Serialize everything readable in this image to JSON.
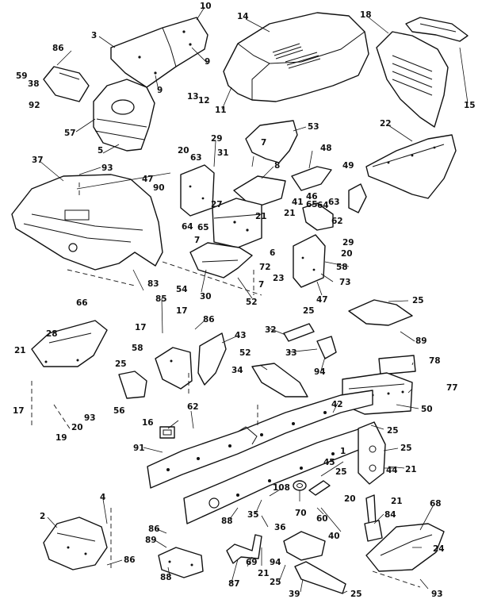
{
  "callouts": [
    {
      "id": "c-10",
      "text": "10"
    },
    {
      "id": "c-14",
      "text": "14"
    },
    {
      "id": "c-18",
      "text": "18"
    },
    {
      "id": "c-3",
      "text": "3"
    },
    {
      "id": "c-86a",
      "text": "86"
    },
    {
      "id": "c-59",
      "text": "59"
    },
    {
      "id": "c-38",
      "text": "38"
    },
    {
      "id": "c-92",
      "text": "92"
    },
    {
      "id": "c-9a",
      "text": "9"
    },
    {
      "id": "c-9b",
      "text": "9"
    },
    {
      "id": "c-13",
      "text": "13"
    },
    {
      "id": "c-12",
      "text": "12"
    },
    {
      "id": "c-11",
      "text": "11"
    },
    {
      "id": "c-15",
      "text": "15"
    },
    {
      "id": "c-57",
      "text": "57"
    },
    {
      "id": "c-5",
      "text": "5"
    },
    {
      "id": "c-53",
      "text": "53"
    },
    {
      "id": "c-22",
      "text": "22"
    },
    {
      "id": "c-37",
      "text": "37"
    },
    {
      "id": "c-93a",
      "text": "93"
    },
    {
      "id": "c-20a",
      "text": "20"
    },
    {
      "id": "c-29a",
      "text": "29"
    },
    {
      "id": "c-31",
      "text": "31"
    },
    {
      "id": "c-7a",
      "text": "7"
    },
    {
      "id": "c-48",
      "text": "48"
    },
    {
      "id": "c-47a",
      "text": "47"
    },
    {
      "id": "c-90",
      "text": "90"
    },
    {
      "id": "c-63",
      "text": "63"
    },
    {
      "id": "c-8",
      "text": "8"
    },
    {
      "id": "c-49",
      "text": "49"
    },
    {
      "id": "c-46",
      "text": "46"
    },
    {
      "id": "c-21a",
      "text": "21"
    },
    {
      "id": "c-41",
      "text": "41"
    },
    {
      "id": "c-65a",
      "text": "65"
    },
    {
      "id": "c-64a",
      "text": "64"
    },
    {
      "id": "c-63b",
      "text": "63"
    },
    {
      "id": "c-62",
      "text": "62"
    },
    {
      "id": "c-27",
      "text": "27"
    },
    {
      "id": "c-21b",
      "text": "21"
    },
    {
      "id": "c-64b",
      "text": "64"
    },
    {
      "id": "c-65b",
      "text": "65"
    },
    {
      "id": "c-29b",
      "text": "29"
    },
    {
      "id": "c-20b",
      "text": "20"
    },
    {
      "id": "c-7b",
      "text": "7"
    },
    {
      "id": "c-6",
      "text": "6"
    },
    {
      "id": "c-72",
      "text": "72"
    },
    {
      "id": "c-58a",
      "text": "58"
    },
    {
      "id": "c-23",
      "text": "23"
    },
    {
      "id": "c-73",
      "text": "73"
    },
    {
      "id": "c-83",
      "text": "83"
    },
    {
      "id": "c-54",
      "text": "54"
    },
    {
      "id": "c-7c",
      "text": "7"
    },
    {
      "id": "c-30",
      "text": "30"
    },
    {
      "id": "c-52a",
      "text": "52"
    },
    {
      "id": "c-47b",
      "text": "47"
    },
    {
      "id": "c-85",
      "text": "85"
    },
    {
      "id": "c-66a",
      "text": "66"
    },
    {
      "id": "c-17a",
      "text": "17"
    },
    {
      "id": "c-17b",
      "text": "17"
    },
    {
      "id": "c-86b",
      "text": "86"
    },
    {
      "id": "c-25a",
      "text": "25"
    },
    {
      "id": "c-28",
      "text": "28"
    },
    {
      "id": "c-25b",
      "text": "25"
    },
    {
      "id": "c-32",
      "text": "32"
    },
    {
      "id": "c-89a",
      "text": "89"
    },
    {
      "id": "c-43",
      "text": "43"
    },
    {
      "id": "c-21c",
      "text": "21"
    },
    {
      "id": "c-58b",
      "text": "58"
    },
    {
      "id": "c-52b",
      "text": "52"
    },
    {
      "id": "c-33",
      "text": "33"
    },
    {
      "id": "c-34",
      "text": "34"
    },
    {
      "id": "c-94a",
      "text": "94"
    },
    {
      "id": "c-78",
      "text": "78"
    },
    {
      "id": "c-25c",
      "text": "25"
    },
    {
      "id": "c-77",
      "text": "77"
    },
    {
      "id": "c-17c",
      "text": "17"
    },
    {
      "id": "c-56",
      "text": "56"
    },
    {
      "id": "c-93b",
      "text": "93"
    },
    {
      "id": "c-20c",
      "text": "20"
    },
    {
      "id": "c-50",
      "text": "50"
    },
    {
      "id": "c-42",
      "text": "42"
    },
    {
      "id": "c-19",
      "text": "19"
    },
    {
      "id": "c-16",
      "text": "16"
    },
    {
      "id": "c-62b",
      "text": "62"
    },
    {
      "id": "c-25d",
      "text": "25"
    },
    {
      "id": "c-91",
      "text": "91"
    },
    {
      "id": "c-1",
      "text": "1"
    },
    {
      "id": "c-25e",
      "text": "25"
    },
    {
      "id": "c-21d",
      "text": "21"
    },
    {
      "id": "c-45",
      "text": "45"
    },
    {
      "id": "c-44",
      "text": "44"
    },
    {
      "id": "c-25f",
      "text": "25"
    },
    {
      "id": "c-108",
      "text": "108"
    },
    {
      "id": "c-4",
      "text": "4"
    },
    {
      "id": "c-2",
      "text": "2"
    },
    {
      "id": "c-20d",
      "text": "20"
    },
    {
      "id": "c-21e",
      "text": "21"
    },
    {
      "id": "c-68",
      "text": "68"
    },
    {
      "id": "c-88a",
      "text": "88"
    },
    {
      "id": "c-35",
      "text": "35"
    },
    {
      "id": "c-70",
      "text": "70"
    },
    {
      "id": "c-60",
      "text": "60"
    },
    {
      "id": "c-84",
      "text": "84"
    },
    {
      "id": "c-86c",
      "text": "86"
    },
    {
      "id": "c-36",
      "text": "36"
    },
    {
      "id": "c-89b",
      "text": "89"
    },
    {
      "id": "c-40",
      "text": "40"
    },
    {
      "id": "c-24",
      "text": "24"
    },
    {
      "id": "c-86d",
      "text": "86"
    },
    {
      "id": "c-88b",
      "text": "88"
    },
    {
      "id": "c-87",
      "text": "87"
    },
    {
      "id": "c-69",
      "text": "69"
    },
    {
      "id": "c-21f",
      "text": "21"
    },
    {
      "id": "c-94b",
      "text": "94"
    },
    {
      "id": "c-25g",
      "text": "25"
    },
    {
      "id": "c-93c",
      "text": "93"
    },
    {
      "id": "c-39",
      "text": "39"
    },
    {
      "id": "c-25h",
      "text": "25"
    }
  ]
}
